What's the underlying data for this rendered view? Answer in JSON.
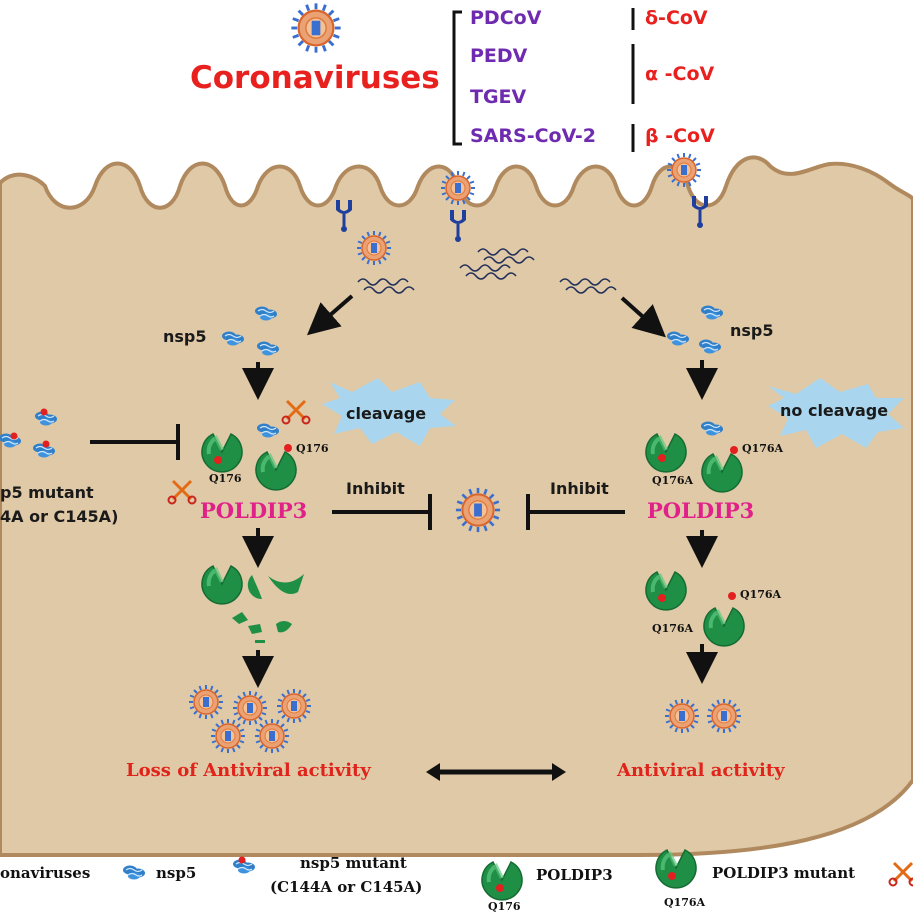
{
  "header": {
    "title": "Coronaviruses",
    "viruses": [
      "PDCoV",
      "PEDV",
      "TGEV",
      "SARS-CoV-2"
    ],
    "groups": [
      "δ-CoV",
      "α -CoV",
      "β -CoV"
    ]
  },
  "left_pathway": {
    "nsp5_label": "nsp5",
    "cleavage_label": "cleavage",
    "site_label": "Q176",
    "poldip3_label": "POLDIP3",
    "inhibit_label": "Inhibit",
    "mutant_label_line1": "p5 mutant",
    "mutant_label_line2": "4A or C145A)",
    "outcome": "Loss of Antiviral activity"
  },
  "right_pathway": {
    "nsp5_label": "nsp5",
    "cleavage_label": "no cleavage",
    "site_label": "Q176A",
    "poldip3_label": "POLDIP3",
    "inhibit_label": "Inhibit",
    "outcome": "Antiviral activity"
  },
  "legend": {
    "coronaviruses": "onaviruses",
    "nsp5": "nsp5",
    "nsp5_mutant_line1": "nsp5 mutant",
    "nsp5_mutant_line2": "(C144A or C145A)",
    "poldip3": "POLDIP3",
    "poldip3_site": "Q176",
    "poldip3_mutant": "POLDIP3 mutant",
    "poldip3_mutant_site": "Q176A"
  },
  "colors": {
    "cell": "#e0c9a6",
    "membrane": "#b08a5e",
    "title_red": "#e8211f",
    "virus_name_purple": "#6f2bb0",
    "poldip3_pink": "#e0218a",
    "protein_green": "#2aa35a",
    "nsp5_blue": "#2f7fc9",
    "burst_blue": "#a9d6ee"
  }
}
